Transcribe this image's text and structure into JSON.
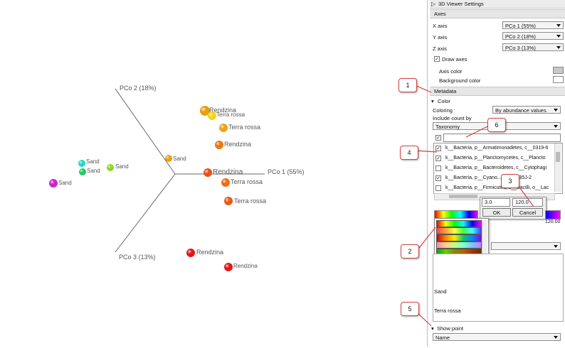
{
  "viewer": {
    "axes": {
      "x_label": "PCo 1 (55%)",
      "y_label": "PCo 2 (18%)",
      "z_label": "PCo 3 (13%)"
    },
    "points": [
      {
        "label": "Rendzina",
        "color": "#e8a010"
      },
      {
        "label": "Terra rossa",
        "color": "#f5d21c"
      },
      {
        "label": "Terra rossa",
        "color": "#f0a218"
      },
      {
        "label": "Rendzina",
        "color": "#e67a18"
      },
      {
        "label": "Sand",
        "color": "#e8a010"
      },
      {
        "label": "Rendzina",
        "color": "#e6521a"
      },
      {
        "label": "Terra rossa",
        "color": "#ee6a1c"
      },
      {
        "label": "Terra rossa",
        "color": "#e85a14"
      },
      {
        "label": "Sand",
        "color": "#22d8c8"
      },
      {
        "label": "Sand",
        "color": "#22c860"
      },
      {
        "label": "Sand",
        "color": "#8ed622"
      },
      {
        "label": "Sand",
        "color": "#cc22cc"
      },
      {
        "label": "Rendzina",
        "color": "#dd1a1a"
      },
      {
        "label": "Rendzina",
        "color": "#dd1a1a"
      }
    ]
  },
  "panel": {
    "title": "3D Viewer Settings",
    "axes_section": {
      "header": "Axes",
      "x_label": "X axis",
      "x_value": "PCo 1 (55%)",
      "y_label": "Y axis",
      "y_value": "PCo 2 (18%)",
      "z_label": "Z axis",
      "z_value": "PCo 3 (13%)",
      "draw_axes_label": "Draw axes",
      "axis_color_label": "Axis color",
      "background_color_label": "Background color",
      "axis_color": "#c8c8c8",
      "background_color": "#ffffff"
    },
    "metadata_section": {
      "header": "Metadata",
      "color_toggle": "Color",
      "coloring_label": "Coloring",
      "coloring_value": "By abundance values",
      "include_count_label": "Include count by",
      "include_count_value": "Taxonomy",
      "taxa": [
        "k__Bacteria, p__Armatimonadetes, c__0319-6",
        "k__Bacteria, p__Planctomycetes, c__Plancto",
        "k__Bacteria, p__Bacteroidetes, c__Cytophagi",
        "k__Bacteria, p__Cyano...c__ML635J-2",
        "k__Bacteria, p__Firmicutes, c__Bacilli, o__Lac"
      ],
      "range_min": "3.0",
      "range_max": "120.0",
      "range_max_tick": "120.00",
      "ok_label": "OK",
      "cancel_label": "Cancel",
      "legend_items": [
        "Sand",
        "Terra rossa"
      ]
    },
    "show_point_section": {
      "toggle": "Show point",
      "value": "Name"
    }
  },
  "callouts": [
    "1",
    "2",
    "3",
    "4",
    "5",
    "6"
  ]
}
